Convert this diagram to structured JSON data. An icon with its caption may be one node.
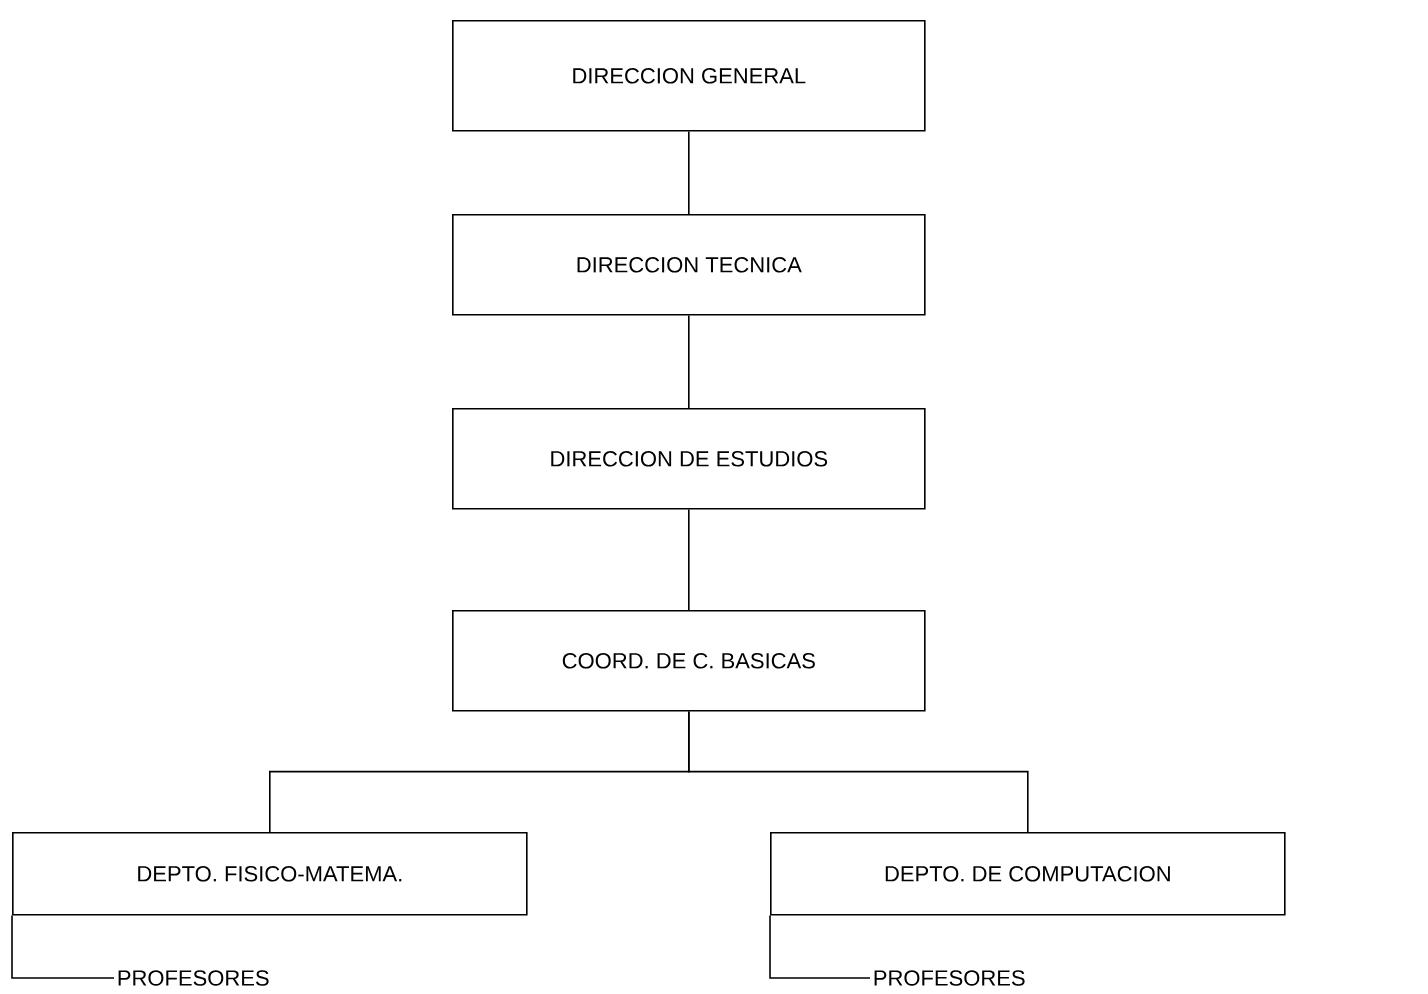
{
  "diagram": {
    "nodes": [
      {
        "text": [
          "DIRECCION GENERAL"
        ]
      },
      {
        "text": [
          "DIRECCION TECNICA"
        ]
      },
      {
        "text": [
          "DIRECCION DE ESTUDIOS"
        ]
      },
      {
        "text": [
          "COORD. DE C. BASICAS"
        ]
      },
      {
        "text": [
          "DEPTO. FISICO-MATEMA."
        ]
      },
      {
        "text": [
          "DEPTO. DE COMPUTACION"
        ]
      },
      {
        "text": [
          "PROFESORES"
        ]
      },
      {
        "text": [
          "PROFESORES"
        ]
      }
    ],
    "edges": [
      {
        "from": 0,
        "to": 1,
        "arrow": "none"
      },
      {
        "from": 1,
        "to": 2,
        "arrow": "none"
      },
      {
        "from": 2,
        "to": 3,
        "arrow": "none"
      },
      {
        "from": 3,
        "to": 4,
        "arrow": "none"
      },
      {
        "from": 3,
        "to": 5,
        "arrow": "none"
      },
      {
        "from": 4,
        "to": 6,
        "arrow": "none"
      },
      {
        "from": 5,
        "to": 7,
        "arrow": "none"
      }
    ]
  }
}
